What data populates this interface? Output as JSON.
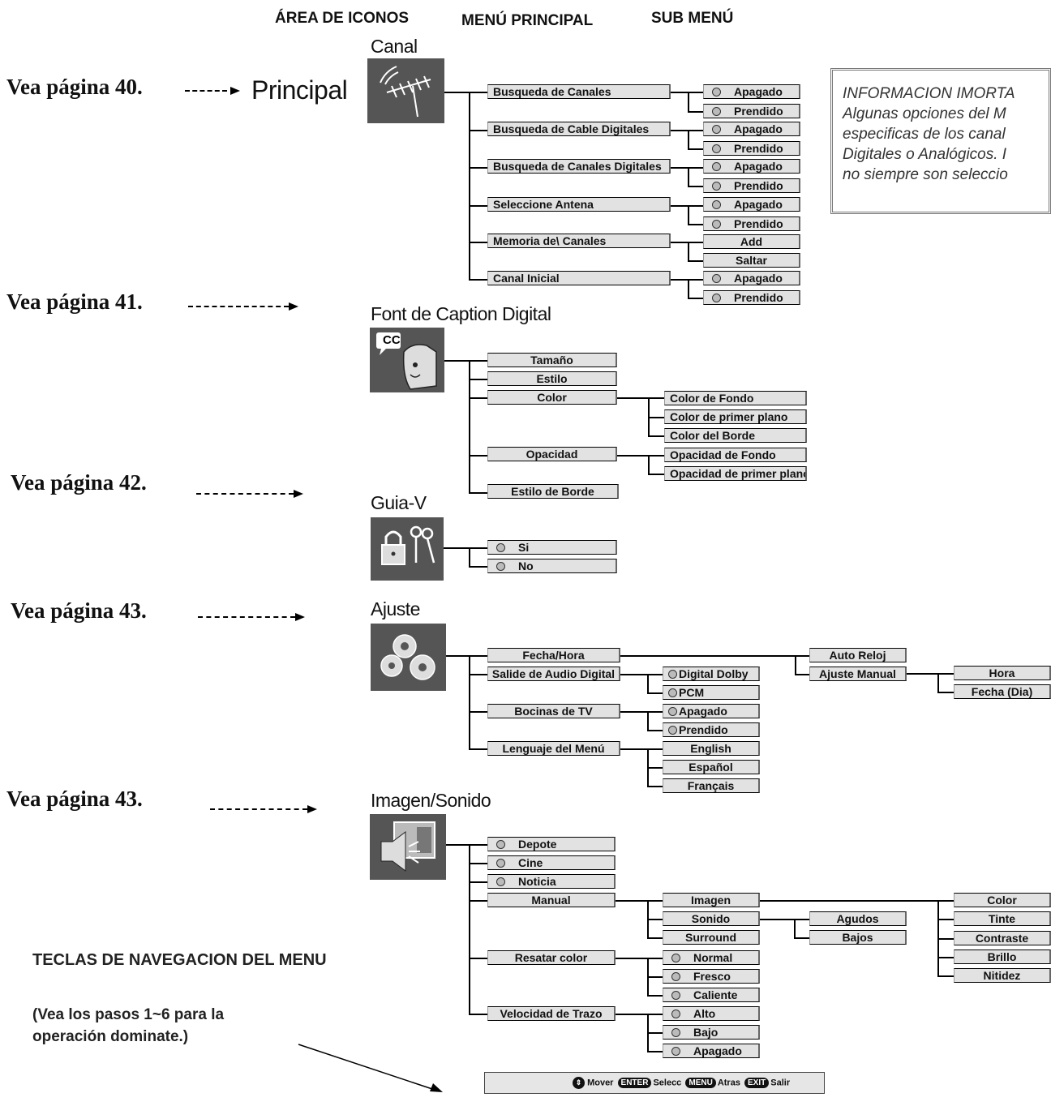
{
  "headers": {
    "icon_area": "ÁREA DE ICONOS",
    "main_menu": "MENÚ PRINCIPAL",
    "sub_menu": "SUB MENÚ"
  },
  "refs": {
    "p40": "Vea página  40.",
    "p41": "Vea página  41.",
    "p42": "Vea página  42.",
    "p43a": "Vea página  43.",
    "p43b": "Vea página  43.",
    "principal": "Principal"
  },
  "sections": {
    "canal": {
      "title": "Canal",
      "icon": "antenna-icon",
      "items": [
        "Busqueda de Canales",
        "Busqueda de Cable Digitales",
        "Busqueda de Canales Digitales",
        "Seleccione Antena",
        "Memoria de\\ Canales",
        "Canal Inicial"
      ],
      "opt_off": "Apagado",
      "opt_on": "Prendido",
      "opt_add": "Add",
      "opt_skip": "Saltar"
    },
    "caption": {
      "title": "Font de Caption Digital",
      "icon": "closed-caption-icon",
      "cc_badge": "CC",
      "items": [
        "Tamaño",
        "Estilo",
        "Color",
        "Opacidad",
        "Estilo de Borde"
      ],
      "color_sub": [
        "Color de Fondo",
        "Color de primer plano",
        "Color del Borde"
      ],
      "opacity_sub": [
        "Opacidad de Fondo",
        "Opacidad de primer plano"
      ]
    },
    "guia": {
      "title": "Guia-V",
      "icon": "lock-keys-icon",
      "items": [
        "Si",
        "No"
      ]
    },
    "ajuste": {
      "title": "Ajuste",
      "icon": "gears-icon",
      "items": [
        "Fecha/Hora",
        "Salide de Audio Digital",
        "Bocinas de TV",
        "Lenguaje del Menú"
      ],
      "fecha_sub": [
        "Auto Reloj",
        "Ajuste Manual"
      ],
      "manual_sub": [
        "Hora",
        "Fecha (Dia)"
      ],
      "audio_sub": [
        "Digital Dolby",
        "PCM"
      ],
      "bocinas_sub": [
        "Apagado",
        "Prendido"
      ],
      "lang_sub": [
        "English",
        "Español",
        "Français"
      ]
    },
    "imagen": {
      "title": "Imagen/Sonido",
      "icon": "picture-speaker-icon",
      "items": [
        "Depote",
        "Cine",
        "Noticia",
        "Manual",
        "Resatar color",
        "Velocidad de Trazo"
      ],
      "manual_sub": [
        "Imagen",
        "Sonido",
        "Surround"
      ],
      "imagen_sub": [
        "Color",
        "Tinte",
        "Contraste",
        "Brillo",
        "Nitidez"
      ],
      "sonido_sub": [
        "Agudos",
        "Bajos"
      ],
      "color_sub": [
        "Normal",
        "Fresco",
        "Caliente"
      ],
      "trazo_sub": [
        "Alto",
        "Bajo",
        "Apagado"
      ]
    }
  },
  "info": {
    "line1": "INFORMACION IMORTA",
    "line2": "Algunas opciones del M",
    "line3": "especificas de los canal",
    "line4": "Digitales o Analógicos. I",
    "line5": "no siempre son seleccio"
  },
  "nav": {
    "title": "TECLAS DE NAVEGACION DEL MENU",
    "sub": "(Vea los pasos 1~6 para la operación dominate.)"
  },
  "bar": {
    "move": "Mover",
    "enter_key": "ENTER",
    "select": "Selecc",
    "menu_key": "MENU",
    "back": "Atras",
    "exit_key": "EXIT",
    "exit": "Salir"
  }
}
